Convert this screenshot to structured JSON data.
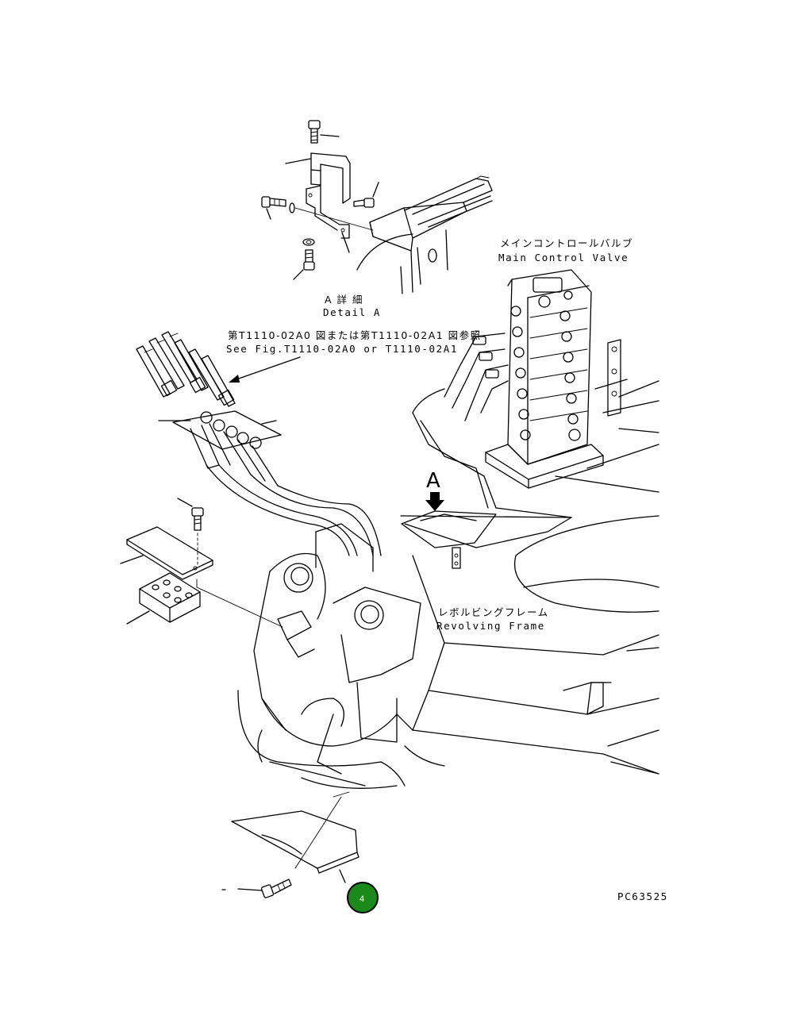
{
  "labels": {
    "detail_a_jp": "A 詳 細",
    "detail_a_en": "Detail A",
    "see_fig_jp": "第T1110-02A0 図または第T1110-02A1 図参照",
    "see_fig_en": "See Fig.T1110-02A0 or T1110-02A1",
    "main_control_valve_jp": "メインコントロールバルブ",
    "main_control_valve_en": "Main Control Valve",
    "revolving_frame_jp": "レボルビングフレーム",
    "revolving_frame_en": "Revolving Frame",
    "view_arrow_letter": "A",
    "callout_number": "4",
    "drawing_number": "PC63525"
  },
  "colors": {
    "line": "#000000",
    "callout_fill": "#1a8a1a",
    "callout_border": "#000000",
    "background": "#ffffff"
  }
}
